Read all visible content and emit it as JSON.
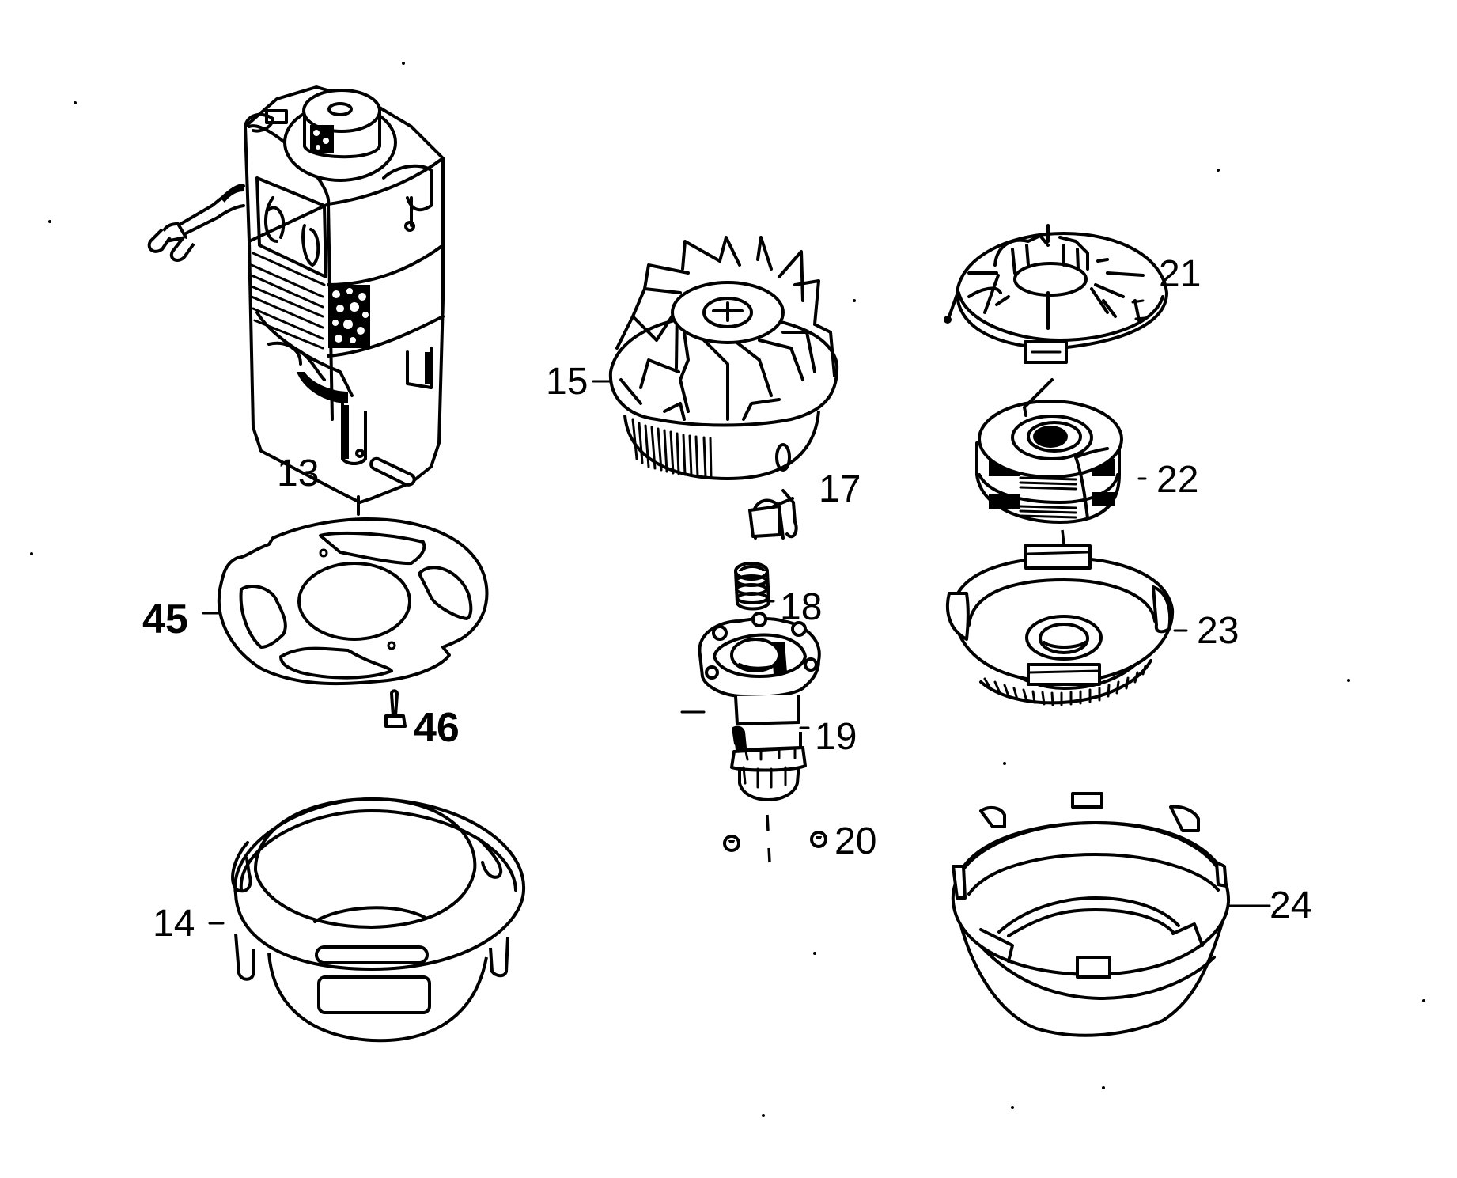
{
  "diagram": {
    "type": "exploded-parts-diagram",
    "colors": {
      "ink": "#000000",
      "background": "#ffffff"
    },
    "parts": [
      {
        "id": "13",
        "label": "13",
        "name": "motor"
      },
      {
        "id": "14",
        "label": "14",
        "name": "motor-housing-cup"
      },
      {
        "id": "15",
        "label": "15",
        "name": "fan-impeller"
      },
      {
        "id": "17",
        "label": "17",
        "name": "clip"
      },
      {
        "id": "18",
        "label": "18",
        "name": "spring"
      },
      {
        "id": "19",
        "label": "19",
        "name": "hub-adapter"
      },
      {
        "id": "20",
        "label": "20",
        "name": "ball-bearings"
      },
      {
        "id": "21",
        "label": "21",
        "name": "spool-cover"
      },
      {
        "id": "22",
        "label": "22",
        "name": "line-spool"
      },
      {
        "id": "23",
        "label": "23",
        "name": "spool-housing"
      },
      {
        "id": "24",
        "label": "24",
        "name": "guard-bowl"
      },
      {
        "id": "45",
        "label": "45",
        "name": "mounting-plate"
      },
      {
        "id": "46",
        "label": "46",
        "name": "screw"
      }
    ]
  }
}
